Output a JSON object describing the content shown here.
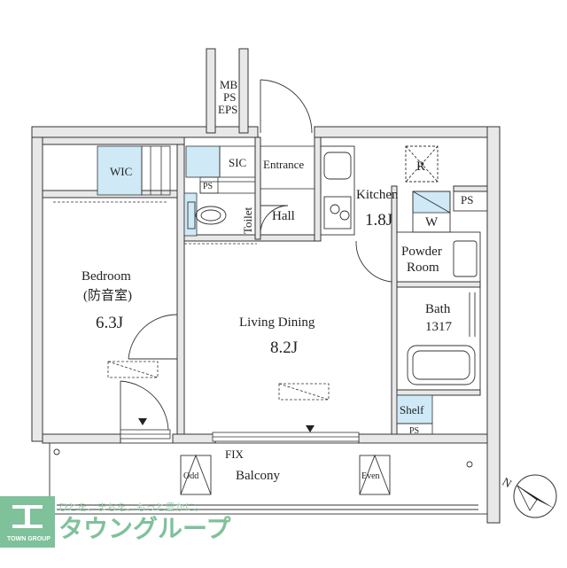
{
  "plan": {
    "rooms": {
      "mb": "MB",
      "ps_top": "PS",
      "eps": "EPS",
      "wic": "WIC",
      "sic": "SIC",
      "entrance": "Entrance",
      "ps_small": "PS",
      "toilet": "Toilet",
      "hall": "Hall",
      "kitchen": "Kitchen",
      "kitchen_size": "1.8J",
      "refrigerator": "R",
      "washer": "W",
      "ps_right": "PS",
      "powder_room_1": "Powder",
      "powder_room_2": "Room",
      "bath": "Bath",
      "bath_size": "1317",
      "bedroom": "Bedroom",
      "bedroom_note": "(防音室)",
      "bedroom_size": "6.3J",
      "living": "Living Dining",
      "living_size": "8.2J",
      "shelf": "Shelf",
      "ps_bottom": "PS",
      "fix": "FIX",
      "balcony": "Balcony",
      "odd": "Odd",
      "even": "Even",
      "north": "N"
    },
    "colors": {
      "wall": "#e8e8e8",
      "wet_area": "#cfe9f6",
      "line": "#333333",
      "watermark": "#7ec19b"
    }
  },
  "watermark": {
    "tagline": "ひとを、まちを、もっと豊かに。",
    "company": "タウングループ",
    "logo_text": "TOWN GROUP"
  }
}
